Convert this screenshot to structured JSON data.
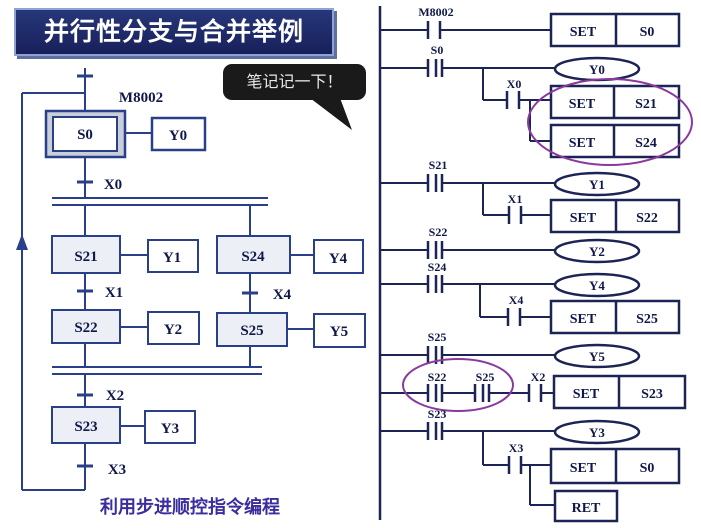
{
  "title": "并行性分支与合并举例",
  "note": "笔记记一下！",
  "footer": "利用步进顺控指令编程",
  "sfc": {
    "init_condition": "M8002",
    "steps": {
      "s0": "S0",
      "s21": "S21",
      "s24": "S24",
      "s22": "S22",
      "s25": "S25",
      "s23": "S23"
    },
    "outputs": {
      "y0": "Y0",
      "y1": "Y1",
      "y4": "Y4",
      "y2": "Y2",
      "y5": "Y5",
      "y3": "Y3"
    },
    "transitions": {
      "x0": "X0",
      "x1": "X1",
      "x4": "X4",
      "x2": "X2",
      "x3": "X3"
    }
  },
  "ladder": {
    "contacts": {
      "m8002": "M8002",
      "s0": "S0",
      "x0": "X0",
      "s21": "S21",
      "x1": "X1",
      "s22": "S22",
      "s24": "S24",
      "x4": "X4",
      "s25a": "S25",
      "s22b": "S22",
      "s25b": "S25",
      "x2": "X2",
      "s23": "S23",
      "x3": "X3"
    },
    "coils": {
      "y0": "Y0",
      "y1": "Y1",
      "y2": "Y2",
      "y4": "Y4",
      "y5": "Y5",
      "y3": "Y3"
    },
    "instructions": [
      {
        "op": "SET",
        "arg": "S0"
      },
      {
        "op": "SET",
        "arg": "S21"
      },
      {
        "op": "SET",
        "arg": "S24"
      },
      {
        "op": "SET",
        "arg": "S22"
      },
      {
        "op": "SET",
        "arg": "S25"
      },
      {
        "op": "SET",
        "arg": "S23"
      },
      {
        "op": "SET",
        "arg": "S0"
      },
      {
        "op": "RET",
        "arg": ""
      }
    ]
  }
}
